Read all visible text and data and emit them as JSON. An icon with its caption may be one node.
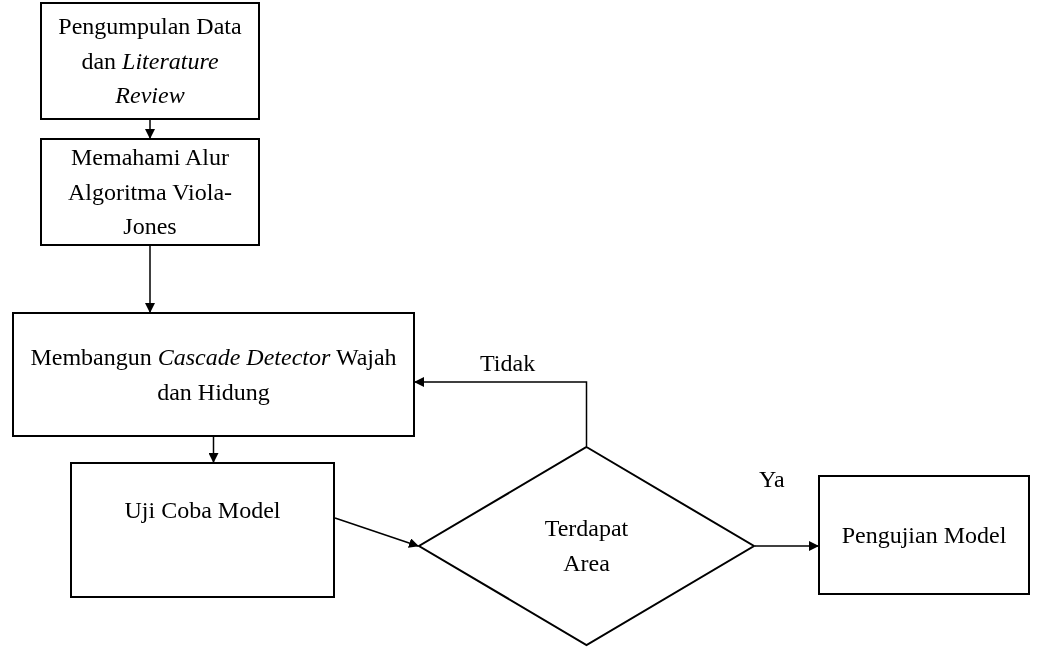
{
  "diagram": {
    "nodes": [
      {
        "text": [
          "Pengumpulan Data dan *Literature Review*"
        ]
      },
      {
        "text": [
          "Memahami Alur Algoritma Viola-Jones"
        ]
      },
      {
        "text": [
          "Membangun *Cascade Detector* Wajah dan Hidung"
        ]
      },
      {
        "text": [
          "Uji Coba Model"
        ]
      },
      {
        "text": [
          "Terdapat Area"
        ]
      },
      {
        "text": [
          "Pengujian Model"
        ]
      }
    ],
    "edges": [
      {
        "from": 0,
        "to": 1,
        "arrow": "to"
      },
      {
        "from": 1,
        "to": 2,
        "arrow": "to"
      },
      {
        "from": 2,
        "to": 3,
        "arrow": "to"
      },
      {
        "from": 3,
        "to": 4,
        "arrow": "to"
      },
      {
        "from": 4,
        "to": 5,
        "arrow": "to",
        "label": "Ya"
      },
      {
        "from": 4,
        "to": 2,
        "arrow": "to",
        "label": "Tidak"
      }
    ]
  }
}
